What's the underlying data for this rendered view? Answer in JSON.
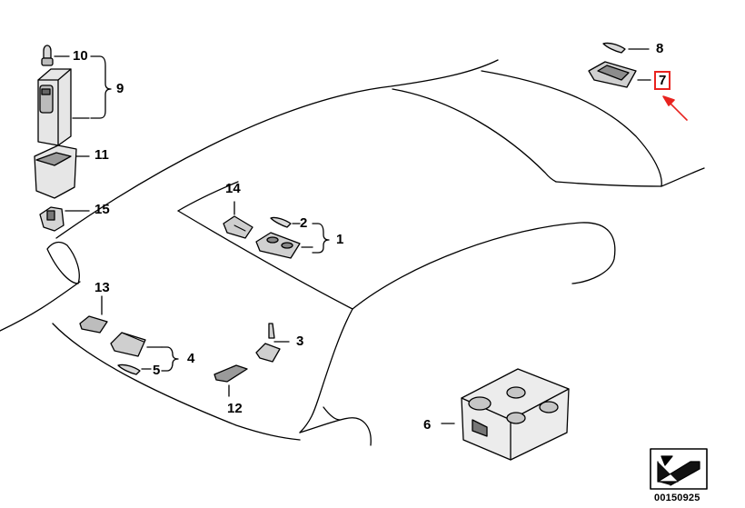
{
  "diagram": {
    "callouts": {
      "c1": "1",
      "c2": "2",
      "c3": "3",
      "c4": "4",
      "c5": "5",
      "c6": "6",
      "c7": "7",
      "c8": "8",
      "c9": "9",
      "c10": "10",
      "c11": "11",
      "c12": "12",
      "c13": "13",
      "c14": "14",
      "c15": "15"
    },
    "highlighted_callout": "7",
    "highlight_color": "#e8231f",
    "line_color": "#000000",
    "diagram_id": "00150925",
    "nav_icon": "return-arrow-icon"
  }
}
